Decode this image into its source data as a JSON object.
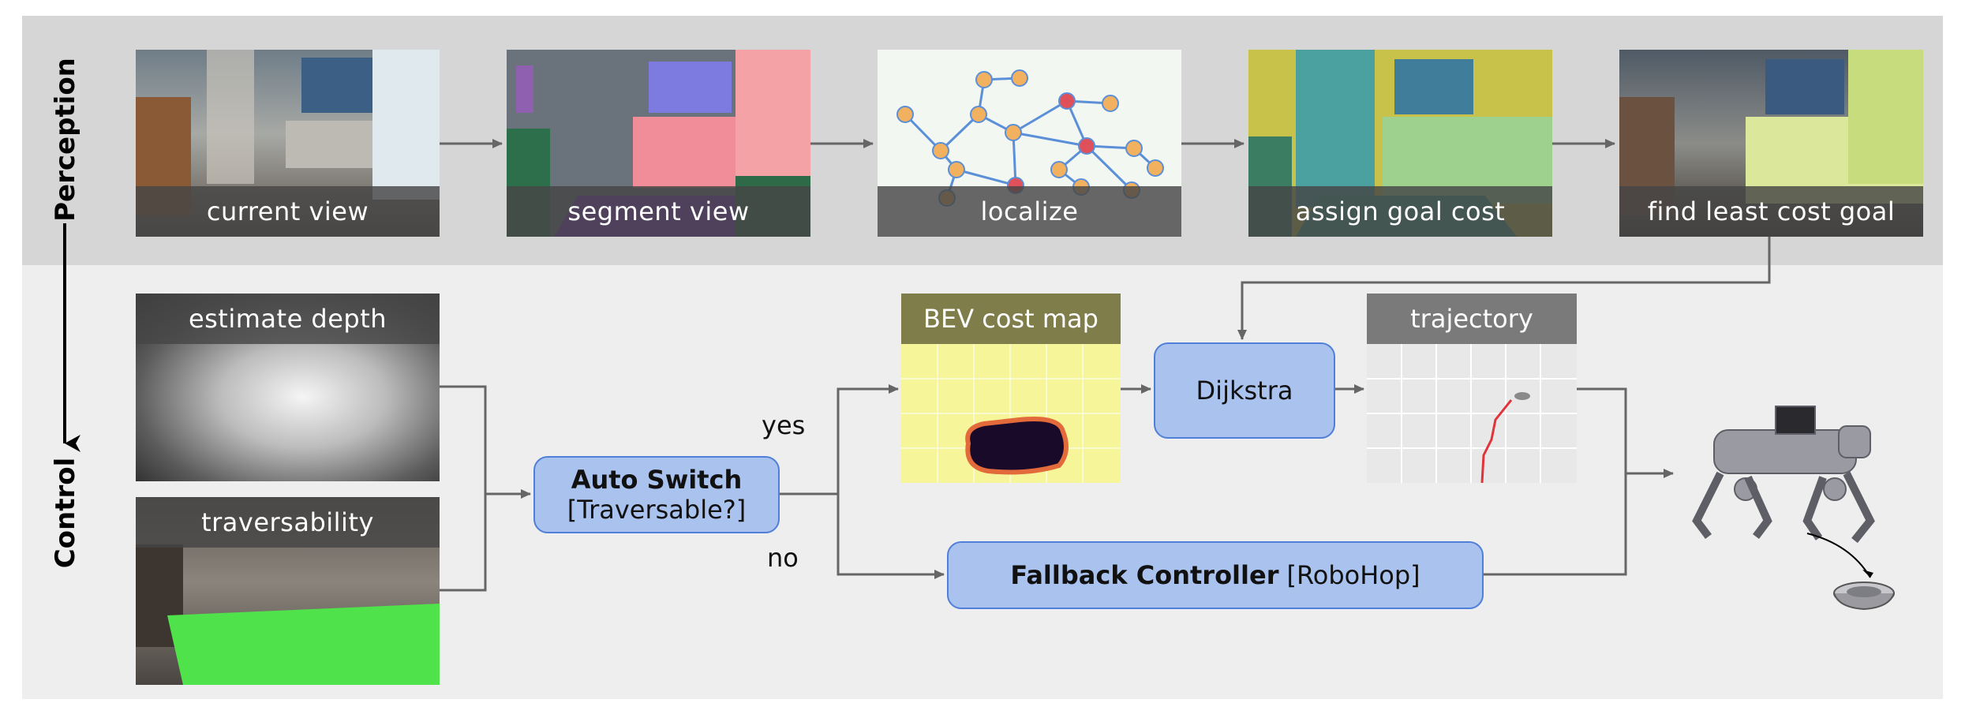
{
  "sections": {
    "perception": "Perception",
    "control": "Control"
  },
  "perception_steps": [
    {
      "label": "current view"
    },
    {
      "label": "segment view"
    },
    {
      "label": "localize"
    },
    {
      "label": "assign goal cost"
    },
    {
      "label": "find least cost goal"
    }
  ],
  "control": {
    "depth_label": "estimate depth",
    "traversability_label": "traversability",
    "auto_switch_title": "Auto Switch",
    "auto_switch_sub": "[Traversable?]",
    "yes": "yes",
    "no": "no",
    "bev_label": "BEV cost map",
    "dijkstra": "Dijkstra",
    "trajectory_label": "trajectory",
    "fallback_title": "Fallback Controller",
    "fallback_sub": "[RoboHop]"
  },
  "colors": {
    "box_fill": "#a9c2ee",
    "box_border": "#4f7fd8",
    "arrow": "#666666",
    "bev_header": "#7f7d4a",
    "bev_field": "#f6f59a",
    "traversable_green": "#4fe24a"
  }
}
